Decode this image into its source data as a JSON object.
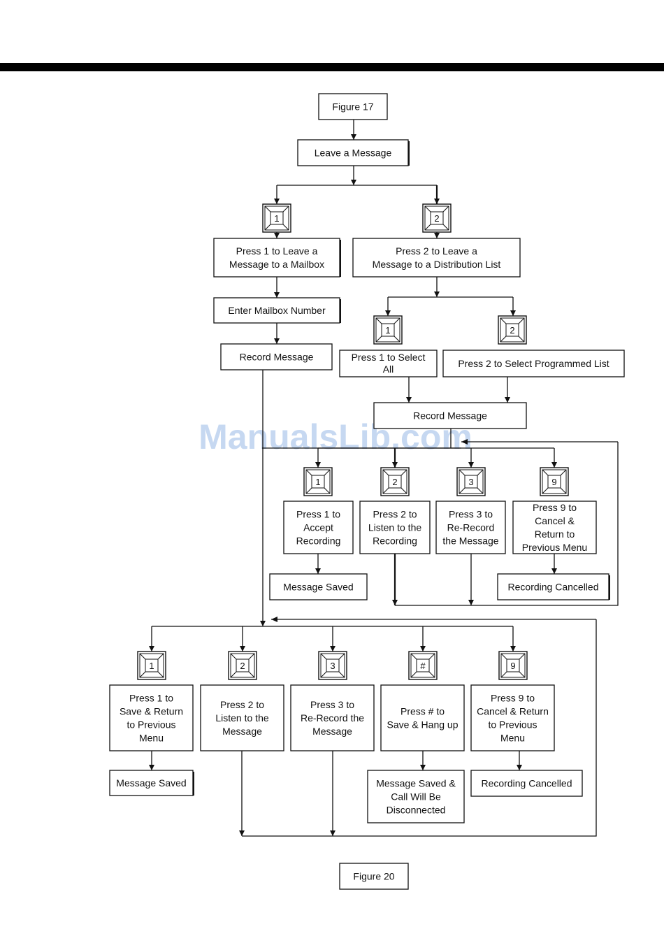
{
  "header_bar_color": "#000000",
  "watermark": "ManualsLib.com",
  "figure_top_label": "Figure 17",
  "figure_bottom_label": "Figure 20",
  "nodes": {
    "leave_message": "Leave a Message",
    "press1_mailbox": [
      "Press 1 to Leave a",
      "Message to a Mailbox"
    ],
    "press2_list": [
      "Press 2 to Leave a",
      "Message to a Distribution List"
    ],
    "enter_mailbox": "Enter Mailbox Number",
    "record_msg_left": "Record Message",
    "select_all": [
      "Press 1 to Select",
      "All"
    ],
    "select_programmed": "Press 2 to Select Programmed List",
    "record_msg_right": "Record Message",
    "r_accept": [
      "Press 1 to",
      "Accept",
      "Recording"
    ],
    "r_listen": [
      "Press 2 to",
      "Listen to the",
      "Recording"
    ],
    "r_rerecord": [
      "Press 3 to",
      "Re-Record",
      "the Message"
    ],
    "r_cancel": [
      "Press 9 to",
      "Cancel &",
      "Return to",
      "Previous Menu"
    ],
    "r_saved": "Message Saved",
    "r_cancelled": "Recording Cancelled",
    "b_save_return": [
      "Press 1 to",
      "Save & Return",
      "to Previous",
      "Menu"
    ],
    "b_listen": [
      "Press 2 to",
      "Listen to the",
      "Message"
    ],
    "b_rerecord": [
      "Press 3 to",
      "Re-Record the",
      "Message"
    ],
    "b_hangup": [
      "Press # to",
      "Save & Hang up"
    ],
    "b_cancel": [
      "Press 9 to",
      "Cancel & Return",
      "to Previous",
      "Menu"
    ],
    "b_saved": "Message Saved",
    "b_saved_disconnect": [
      "Message Saved &",
      "Call Will Be",
      "Disconnected"
    ],
    "b_cancelled": "Recording Cancelled"
  },
  "keys": {
    "top1": "1",
    "top2": "2",
    "list1": "1",
    "list2": "2",
    "rec1": "1",
    "rec2": "2",
    "rec3": "3",
    "rec9": "9",
    "bot1": "1",
    "bot2": "2",
    "bot3": "3",
    "bothash": "#",
    "bot9": "9"
  }
}
